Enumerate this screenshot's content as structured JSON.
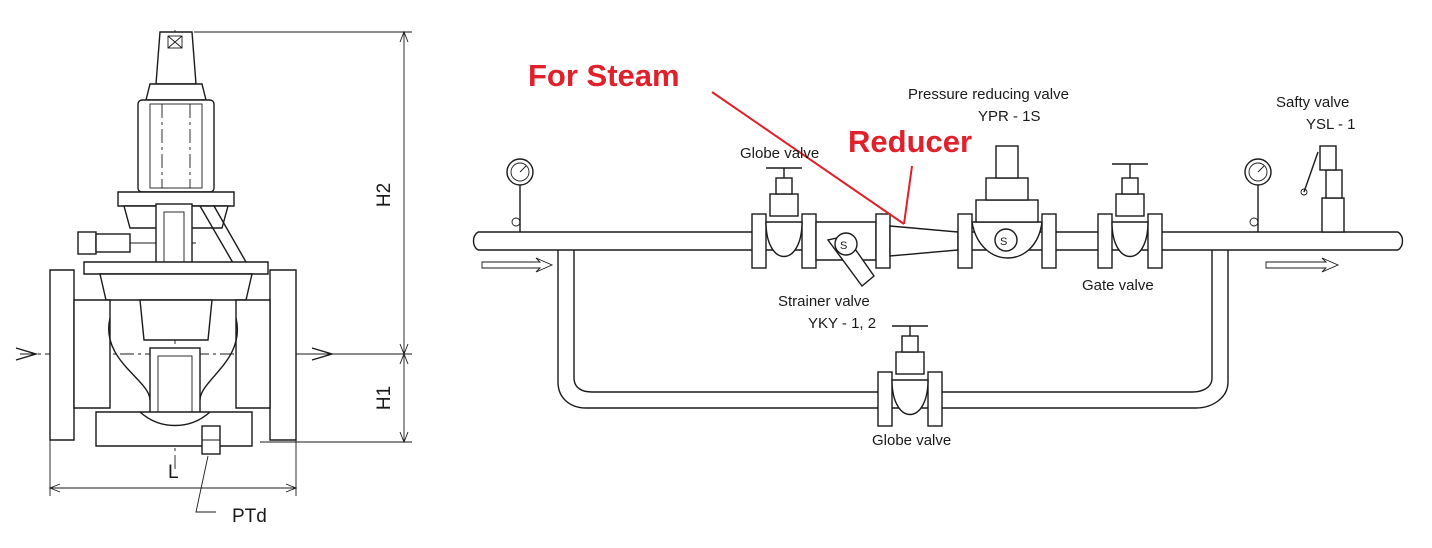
{
  "left_drawing": {
    "dimensions": {
      "h2": "H2",
      "h1": "H1",
      "l": "L",
      "ptd": "PTd"
    }
  },
  "right_drawing": {
    "labels": {
      "globe_valve_top": "Globe valve",
      "pressure_reducing_valve": "Pressure reducing valve",
      "pressure_reducing_model": "YPR - 1S",
      "safety_valve": "Safty valve",
      "safety_valve_model": "YSL - 1",
      "strainer_valve": "Strainer valve",
      "strainer_model": "YKY - 1, 2",
      "gate_valve": "Gate valve",
      "globe_valve_bottom": "Globe valve"
    },
    "annotations": {
      "for_steam": "For Steam",
      "reducer": "Reducer"
    },
    "annotation_color": "#e0202a"
  }
}
